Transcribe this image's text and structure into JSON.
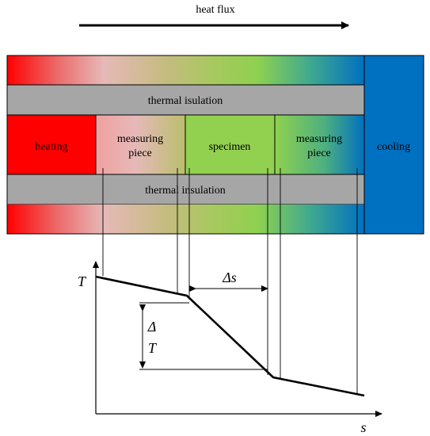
{
  "header": {
    "heat_flux_label": "heat flux"
  },
  "apparatus": {
    "insulation_top_label": "thermal isulation",
    "insulation_bottom_label": "thermal insulation",
    "sections": [
      {
        "id": "heating",
        "label_lines": [
          "heating"
        ]
      },
      {
        "id": "measuring-piece-left",
        "label_lines": [
          "measuring",
          "piece"
        ]
      },
      {
        "id": "specimen",
        "label_lines": [
          "specimen"
        ]
      },
      {
        "id": "measuring-piece-right",
        "label_lines": [
          "measuring",
          "piece"
        ]
      }
    ],
    "cooling_label": "cooling",
    "colors": {
      "heating_red": "#ff0000",
      "cool_blue": "#0070c0",
      "specimen_green": "#92d050",
      "insulation_gray": "#a6a6a6",
      "pink": "#e6b9b8",
      "olive": "#c4bc7e"
    }
  },
  "temperature_plot": {
    "y_axis_label": "T",
    "x_axis_label": "s",
    "delta_s_label": "Δs",
    "delta_t_label_lines": [
      "Δ",
      "T"
    ]
  }
}
